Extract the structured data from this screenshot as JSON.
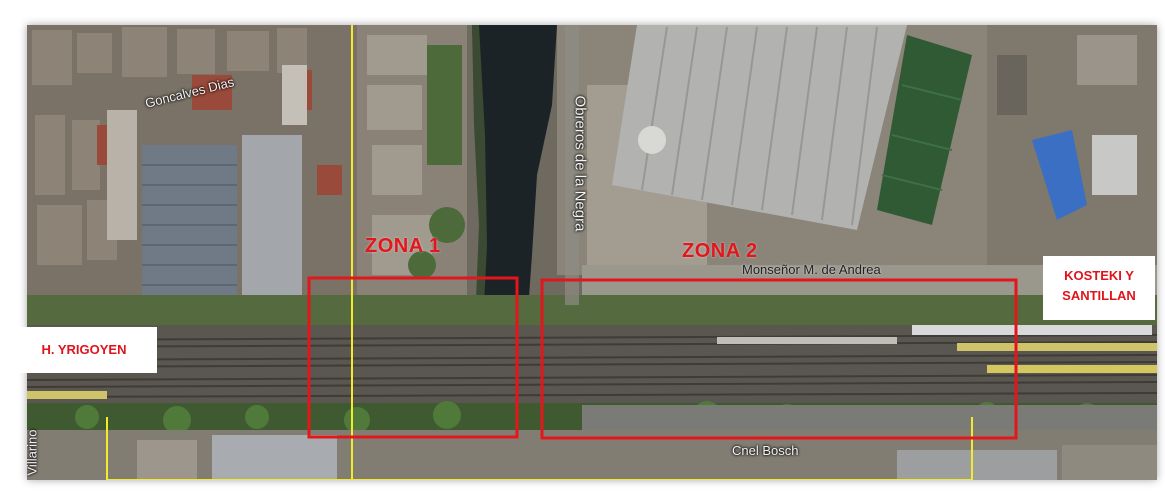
{
  "zones": {
    "zone1": {
      "label": "ZONA 1",
      "color": "#e3161c"
    },
    "zone2": {
      "label": "ZONA 2",
      "color": "#e3161c"
    }
  },
  "stations": {
    "left": "H. YRIGOYEN",
    "right_line1": "KOSTEKI Y",
    "right_line2": "SANTILLAN"
  },
  "streets": {
    "goncalves": "Goncalves Dias",
    "obreros": "Obreros de la Negra",
    "monsenor": "Monseñor M. de Andrea",
    "bosch": "Cnel Bosch",
    "villarino": "Villarino"
  },
  "colors": {
    "zone_box": "#e3161c",
    "station_text": "#e0141b",
    "route_line": "#f4ea2c",
    "river": "#1c2326"
  }
}
